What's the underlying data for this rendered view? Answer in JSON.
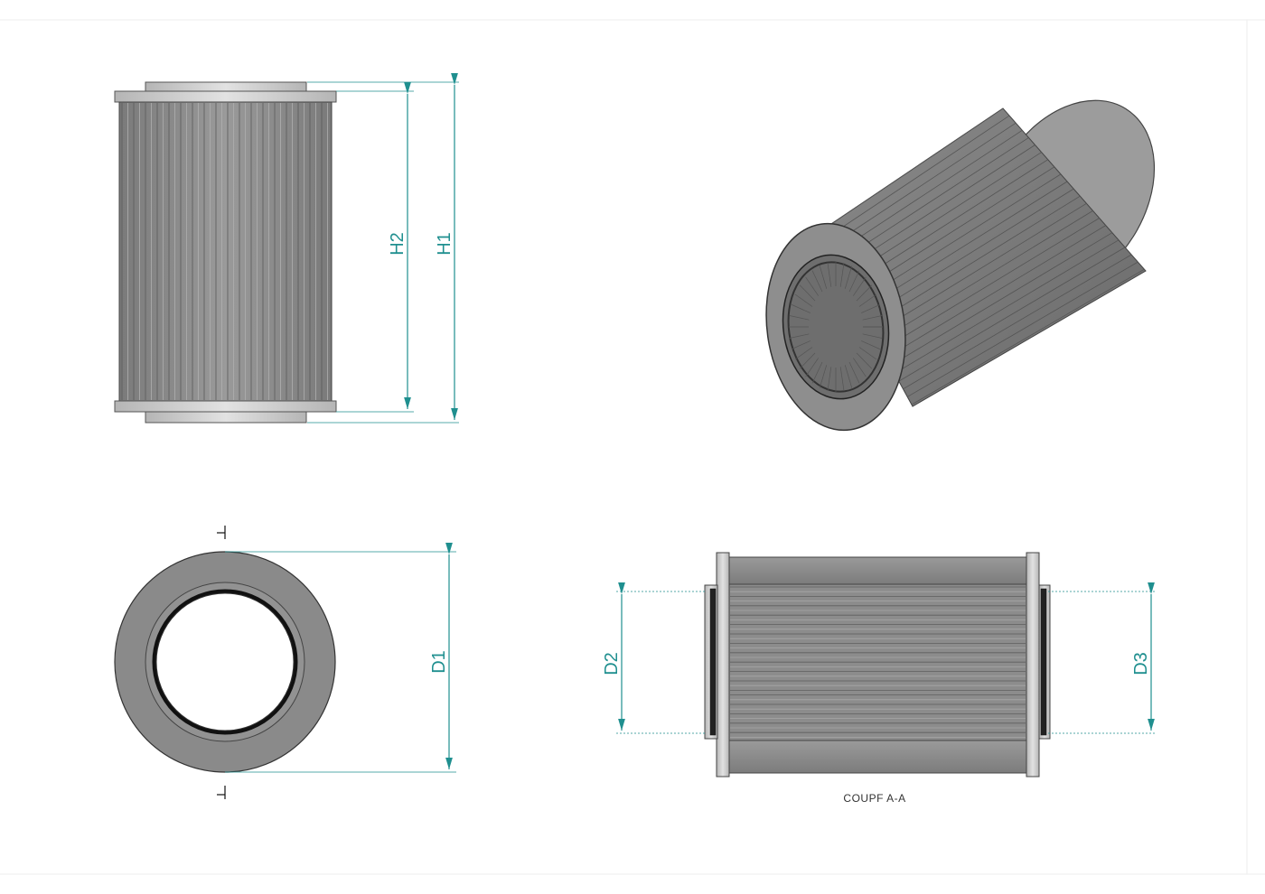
{
  "drawing": {
    "colors": {
      "dimension": "#1f8f8f",
      "body": "#8c8c8c",
      "body_dark": "#6e6e6e",
      "edge": "#4a4a4a",
      "cap": "#c4c4c4",
      "seal": "#111111"
    },
    "views": {
      "front": {
        "dimensions": [
          "H2",
          "H1"
        ]
      },
      "iso": {},
      "end": {
        "dimensions": [
          "D1"
        ]
      },
      "section": {
        "dimensions": [
          "D2",
          "D3"
        ],
        "caption": "COUPF A-A"
      }
    }
  }
}
